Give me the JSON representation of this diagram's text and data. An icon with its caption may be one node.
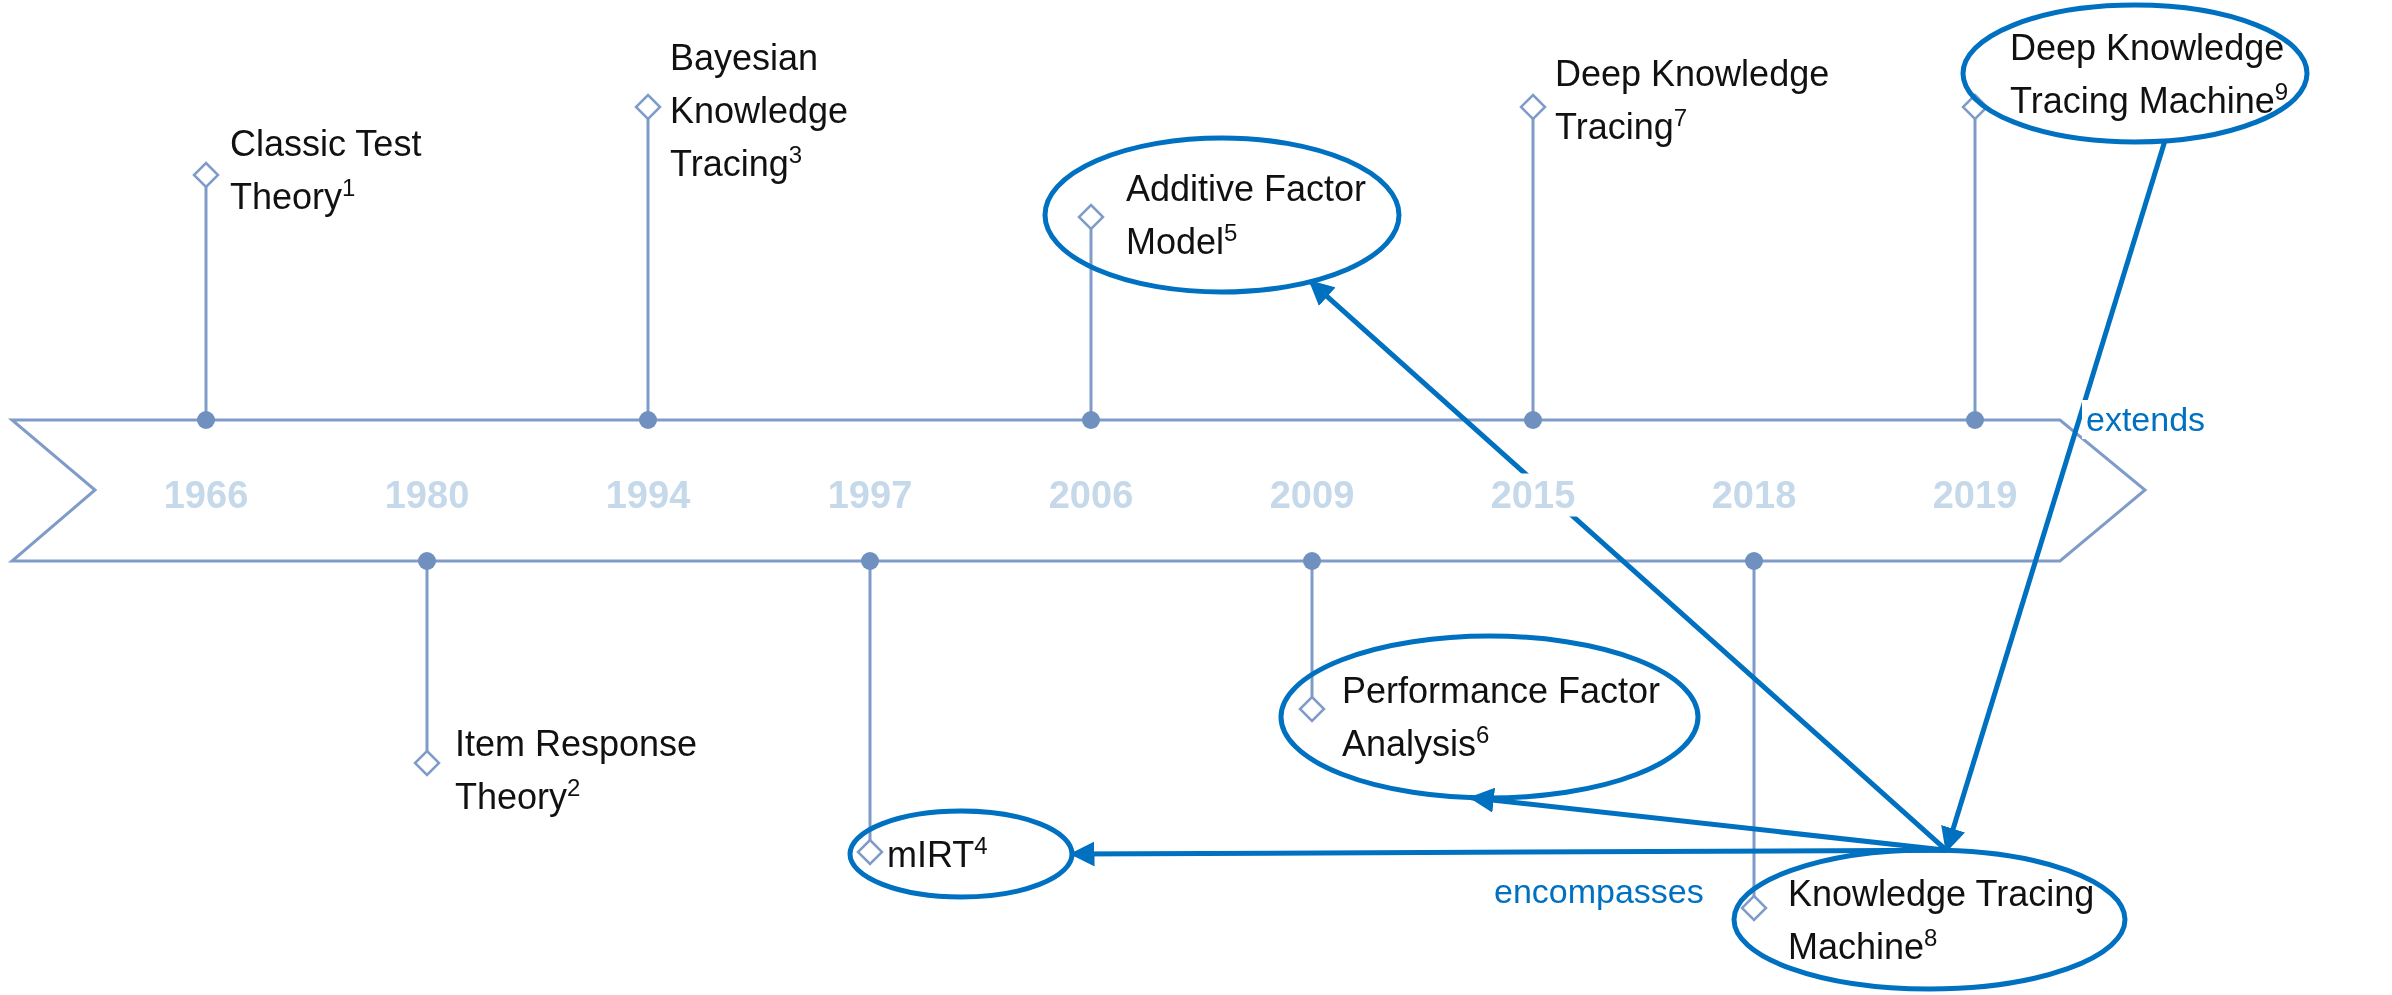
{
  "diagram": {
    "nodes": [
      {
        "text": [
          "Classic Test Theory$^{1}$"
        ]
      },
      {
        "text": [
          "Item Response Theory$^{2}$"
        ]
      },
      {
        "text": [
          "Bayesian Knowledge Tracing$^{3}$"
        ]
      },
      {
        "text": [
          "mIRT$^{4}$"
        ]
      },
      {
        "text": [
          "Additive Factor Model$^{5}$"
        ]
      },
      {
        "text": [
          "Performance Factor Analysis$^{6}$"
        ]
      },
      {
        "text": [
          "Deep Knowledge Tracing$^{7}$"
        ]
      },
      {
        "text": [
          "Knowledge Tracing Machine$^{8}$"
        ]
      },
      {
        "text": [
          "Deep Knowledge Tracing Machine$^{9}$"
        ]
      }
    ],
    "edges": [
      {
        "from": 8,
        "to": 7,
        "arrow": "to",
        "label": "extends"
      },
      {
        "from": 7,
        "to": 4,
        "arrow": "to"
      },
      {
        "from": 7,
        "to": 5,
        "arrow": "to"
      },
      {
        "from": 7,
        "to": 3,
        "arrow": "to",
        "label": "encompasses"
      }
    ],
    "labels": [
      "1966",
      "1980",
      "1994",
      "1997",
      "2006",
      "2009",
      "2015",
      "2018",
      "2019"
    ]
  }
}
